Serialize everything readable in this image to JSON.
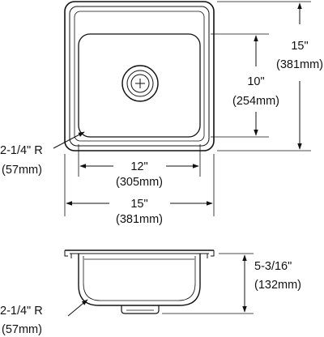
{
  "top_view": {
    "overall_width": {
      "inches": "15\"",
      "mm": "(381mm)"
    },
    "overall_depth": {
      "inches": "15\"",
      "mm": "(381mm)"
    },
    "bowl_width": {
      "inches": "12\"",
      "mm": "(305mm)"
    },
    "bowl_depth": {
      "inches": "10\"",
      "mm": "(254mm)"
    },
    "corner_radius": {
      "inches": "2-1/4\" R",
      "mm": "(57mm)"
    }
  },
  "side_view": {
    "bowl_height": {
      "inches": "5-3/16\"",
      "mm": "(132mm)"
    },
    "bottom_radius": {
      "inches": "2-1/4\" R",
      "mm": "(57mm)"
    }
  }
}
